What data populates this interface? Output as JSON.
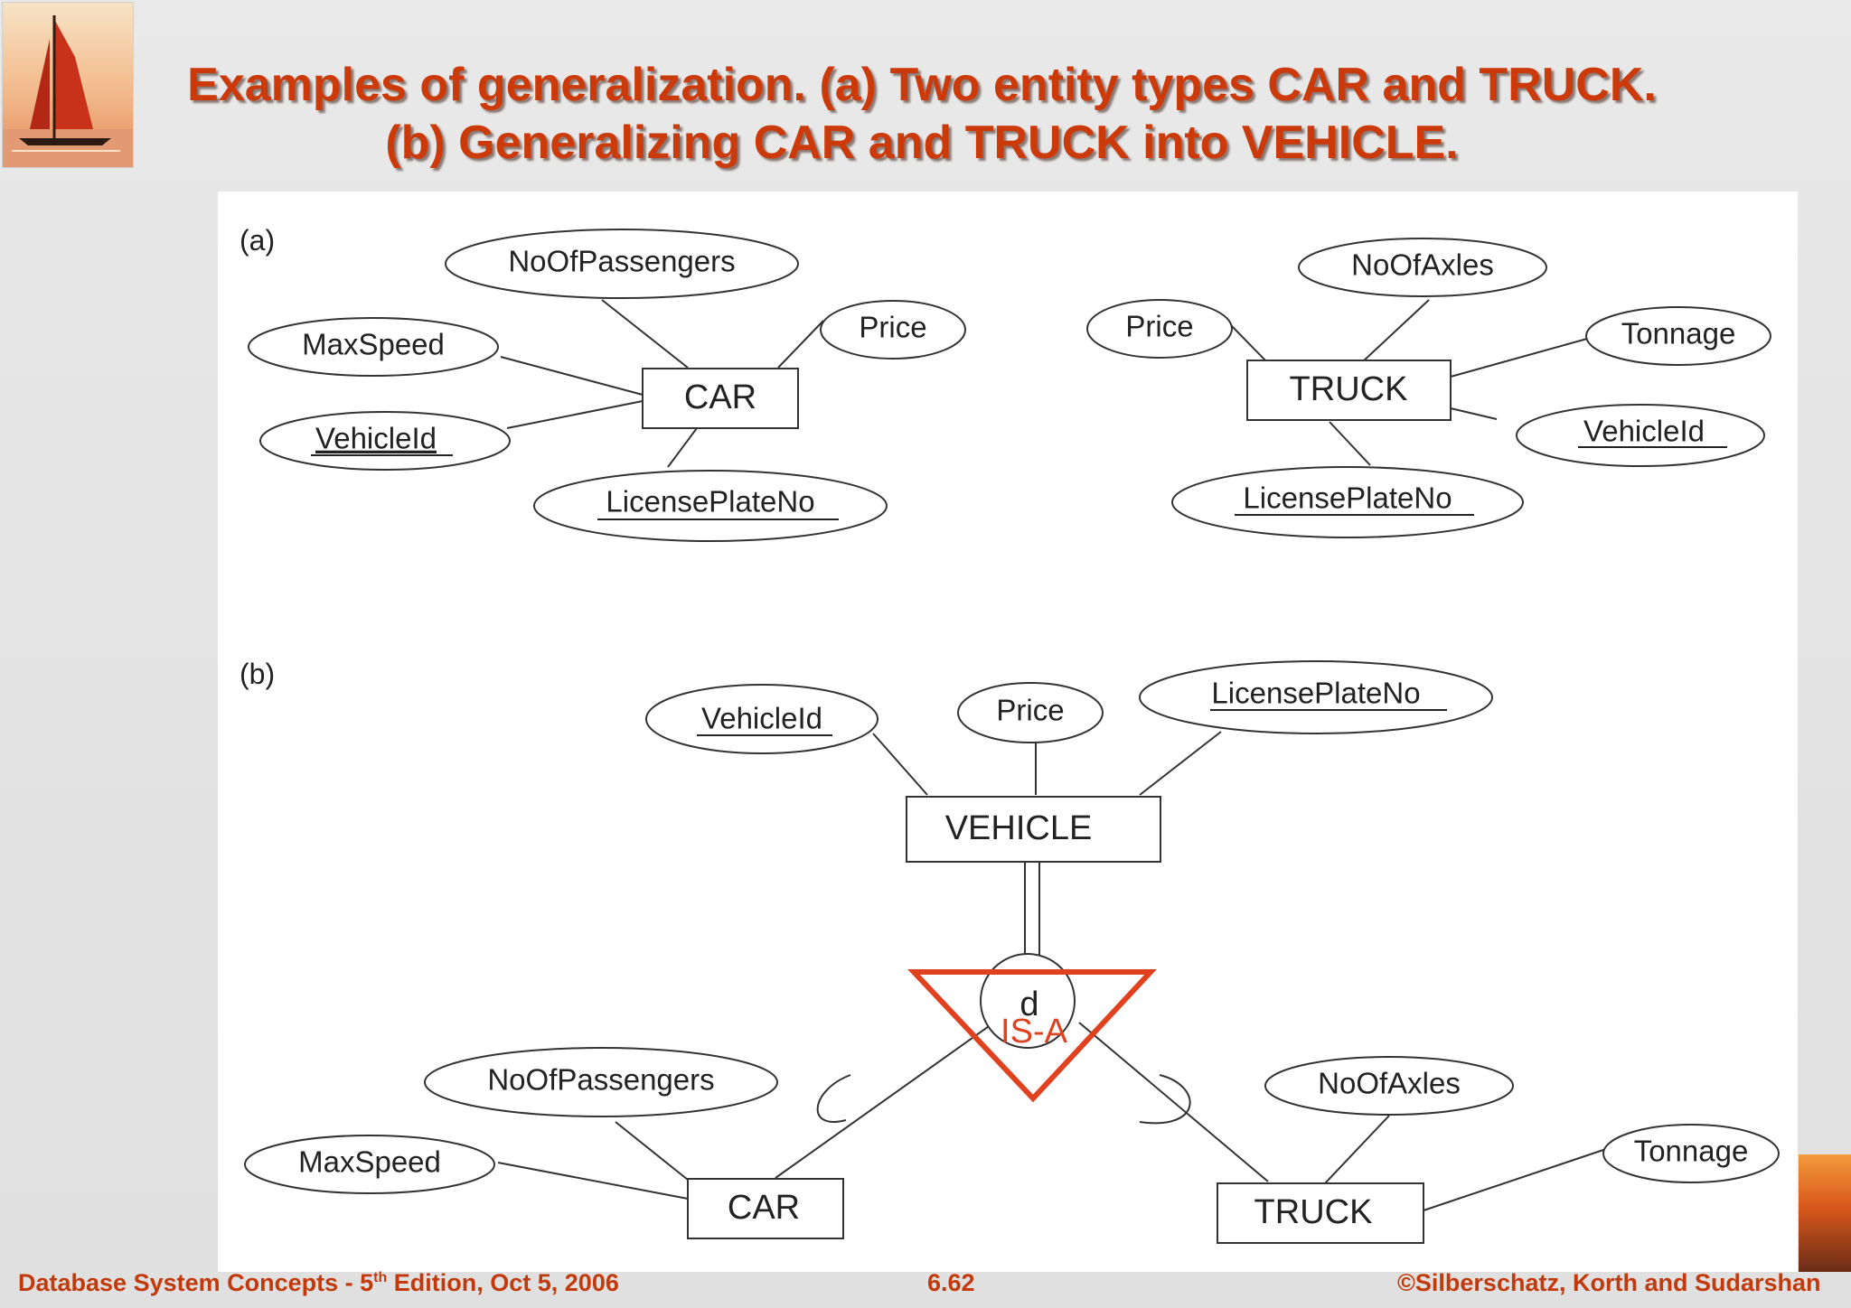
{
  "slide": {
    "title_line1": "Examples of generalization. (a) Two entity types CAR and TRUCK.",
    "title_line2": "(b) Generalizing CAR and TRUCK into VEHICLE.",
    "footer_left_prefix": "Database System Concepts - 5",
    "footer_left_sup": "th",
    "footer_left_suffix": " Edition, Oct 5, 2006",
    "footer_center": "6.62",
    "footer_right": "©Silberschatz, Korth and Sudarshan"
  },
  "colors": {
    "accent": "#cc3a0a",
    "isa_triangle": "#e0411e"
  },
  "diagram": {
    "panel_a_label": "(a)",
    "panel_b_label": "(b)",
    "a": {
      "car": {
        "entity": "CAR",
        "attributes": [
          "NoOfPassengers",
          "Price",
          "MaxSpeed",
          "VehicleId",
          "LicensePlateNo"
        ]
      },
      "truck": {
        "entity": "TRUCK",
        "attributes": [
          "NoOfAxles",
          "Price",
          "Tonnage",
          "VehicleId",
          "LicensePlateNo"
        ]
      }
    },
    "b": {
      "vehicle": {
        "entity": "VEHICLE",
        "attributes": [
          "VehicleId",
          "Price",
          "LicensePlateNo"
        ]
      },
      "disjoint_symbol": "d",
      "isa_label": "IS-A",
      "car": {
        "entity": "CAR",
        "attributes": [
          "NoOfPassengers",
          "MaxSpeed"
        ]
      },
      "truck": {
        "entity": "TRUCK",
        "attributes": [
          "NoOfAxles",
          "Tonnage"
        ]
      }
    }
  }
}
